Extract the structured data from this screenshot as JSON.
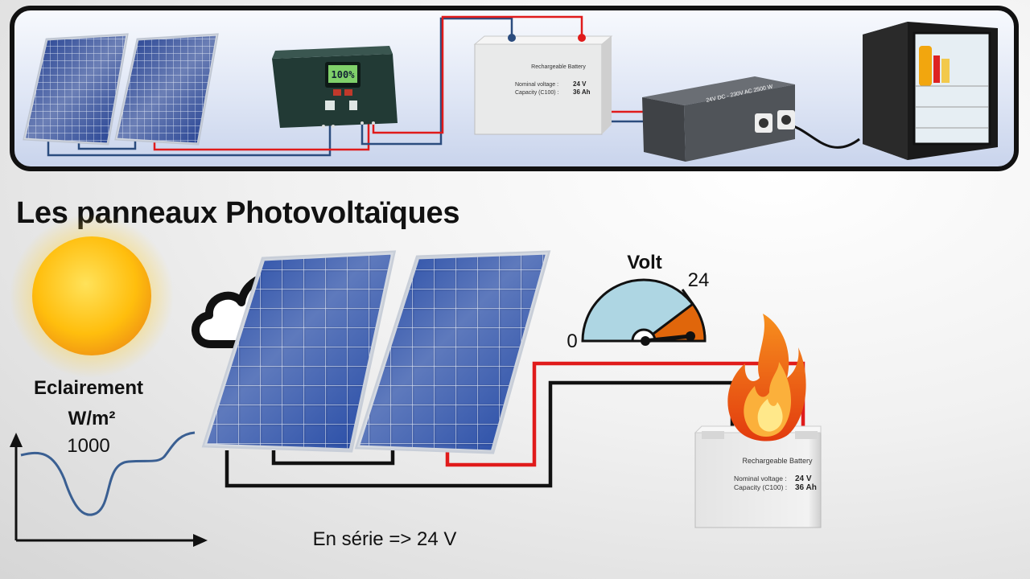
{
  "title": "Les panneaux Photovoltaïques",
  "battery_top": {
    "brand": "Rechargeable Battery",
    "nominal_label": "Nominal voltage :",
    "nominal_value": "24 V",
    "capacity_label": "Capacity (C100) :",
    "capacity_value": "36 Ah"
  },
  "controller": {
    "display": "100%"
  },
  "inverter": {
    "label": "24V DC - 230V AC 2500 W"
  },
  "irradiance": {
    "label_line1": "Eclairement",
    "label_line2": "W/m²",
    "value": "1000"
  },
  "gauge": {
    "title": "Volt",
    "min_label": "0",
    "max_label": "24"
  },
  "battery_main": {
    "brand": "Rechargeable Battery",
    "nominal_label": "Nominal voltage :",
    "nominal_value": "24 V",
    "capacity_label": "Capacity (C100) :",
    "capacity_value": "36 Ah"
  },
  "caption": "En série => 24 V",
  "colors": {
    "positive_wire": "#e01b1b",
    "negative_wire": "#111111",
    "top_negative_wire": "#2b4c7e",
    "panel_cell": "#1d3f96",
    "gauge_fill": "#aed6e3",
    "gauge_active": "#e0660b"
  }
}
